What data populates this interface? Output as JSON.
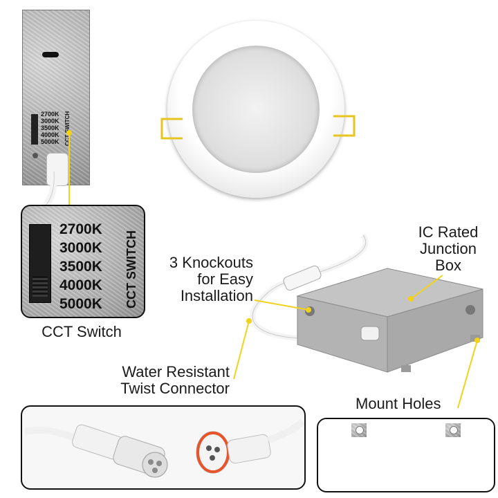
{
  "top_panel": {
    "cct_options": [
      "2700K",
      "3000K",
      "3500K",
      "4000K",
      "5000K"
    ],
    "switch_caption": "CCT SWITCH"
  },
  "zoom_panel": {
    "cct_options": [
      "2700K",
      "3000K",
      "3500K",
      "4000K",
      "5000K"
    ],
    "switch_caption": "CCT SWITCH"
  },
  "labels": {
    "cct_switch": "CCT Switch",
    "knockouts": [
      "3 Knockouts",
      "for Easy",
      "Installation"
    ],
    "junction_box": [
      "IC Rated",
      "Junction",
      "Box"
    ],
    "twist_connector": [
      "Water Resistant",
      "Twist Connector"
    ],
    "mount_holes": "Mount Holes"
  },
  "colors": {
    "callout_line": "#f2d21b",
    "panel_border": "#111111",
    "connector_accent": "#e8542a",
    "bracket": "#e6c51f"
  }
}
